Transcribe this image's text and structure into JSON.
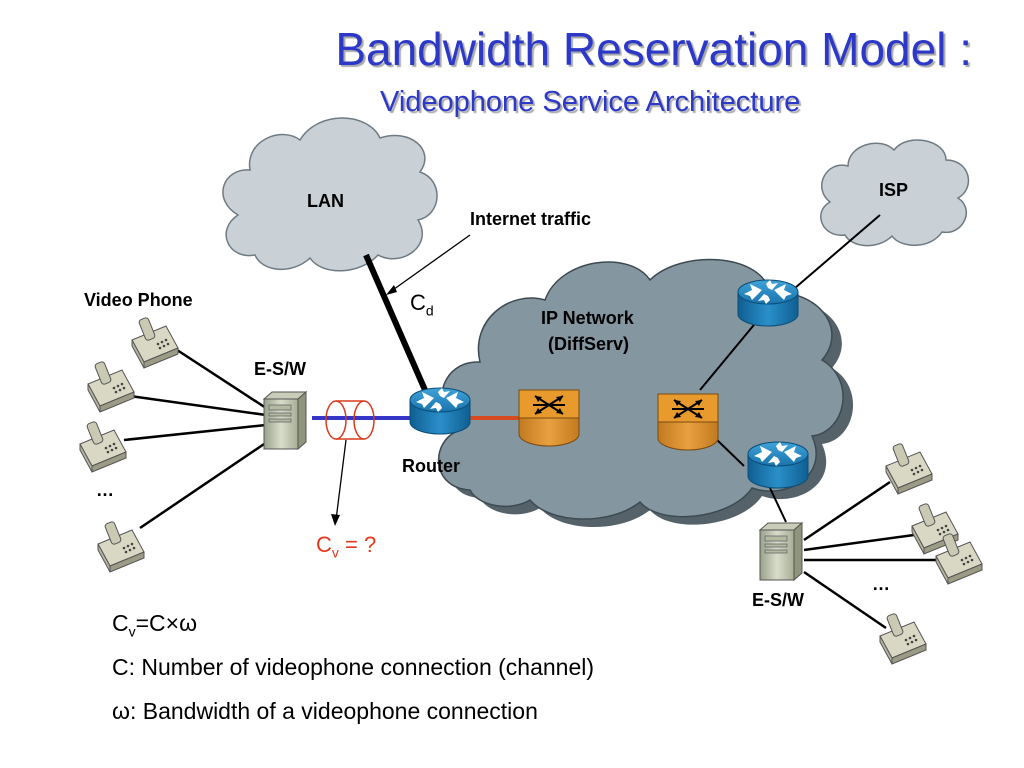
{
  "title": "Bandwidth Reservation Model :",
  "subtitle": "Videophone Service Architecture",
  "labels": {
    "lan": "LAN",
    "isp": "ISP",
    "internet_traffic": "Internet traffic",
    "video_phone": "Video Phone",
    "esw_left": "E-S/W",
    "esw_right": "E-S/W",
    "router": "Router",
    "ip_network_line1": "IP Network",
    "ip_network_line2": "(DiffServ)",
    "ellipsis_left": "…",
    "ellipsis_right": "…",
    "cd_base": "C",
    "cd_sub": "d",
    "cv_base": "C",
    "cv_sub": "v",
    "cv_rest": " = ?"
  },
  "formulas": {
    "f1_base": "C",
    "f1_sub": "v",
    "f1_rest": "=C×ω",
    "f2": "C: Number of videophone connection (channel)",
    "f3": "ω: Bandwidth of a videophone connection"
  },
  "colors": {
    "title": "#2b38c8",
    "cloud_small": "#c9d1d6",
    "cloud_ip": "#8496a0",
    "router_blue": "#1f7fb3",
    "diffserv_orange": "#e89a2c",
    "link_blue": "#3535c8",
    "link_red": "#d84a20",
    "cv_red": "#e23a1c"
  },
  "icons": [
    "cloud-icon",
    "router-icon",
    "diffserv-router-icon",
    "switch-server-icon",
    "phone-icon"
  ]
}
